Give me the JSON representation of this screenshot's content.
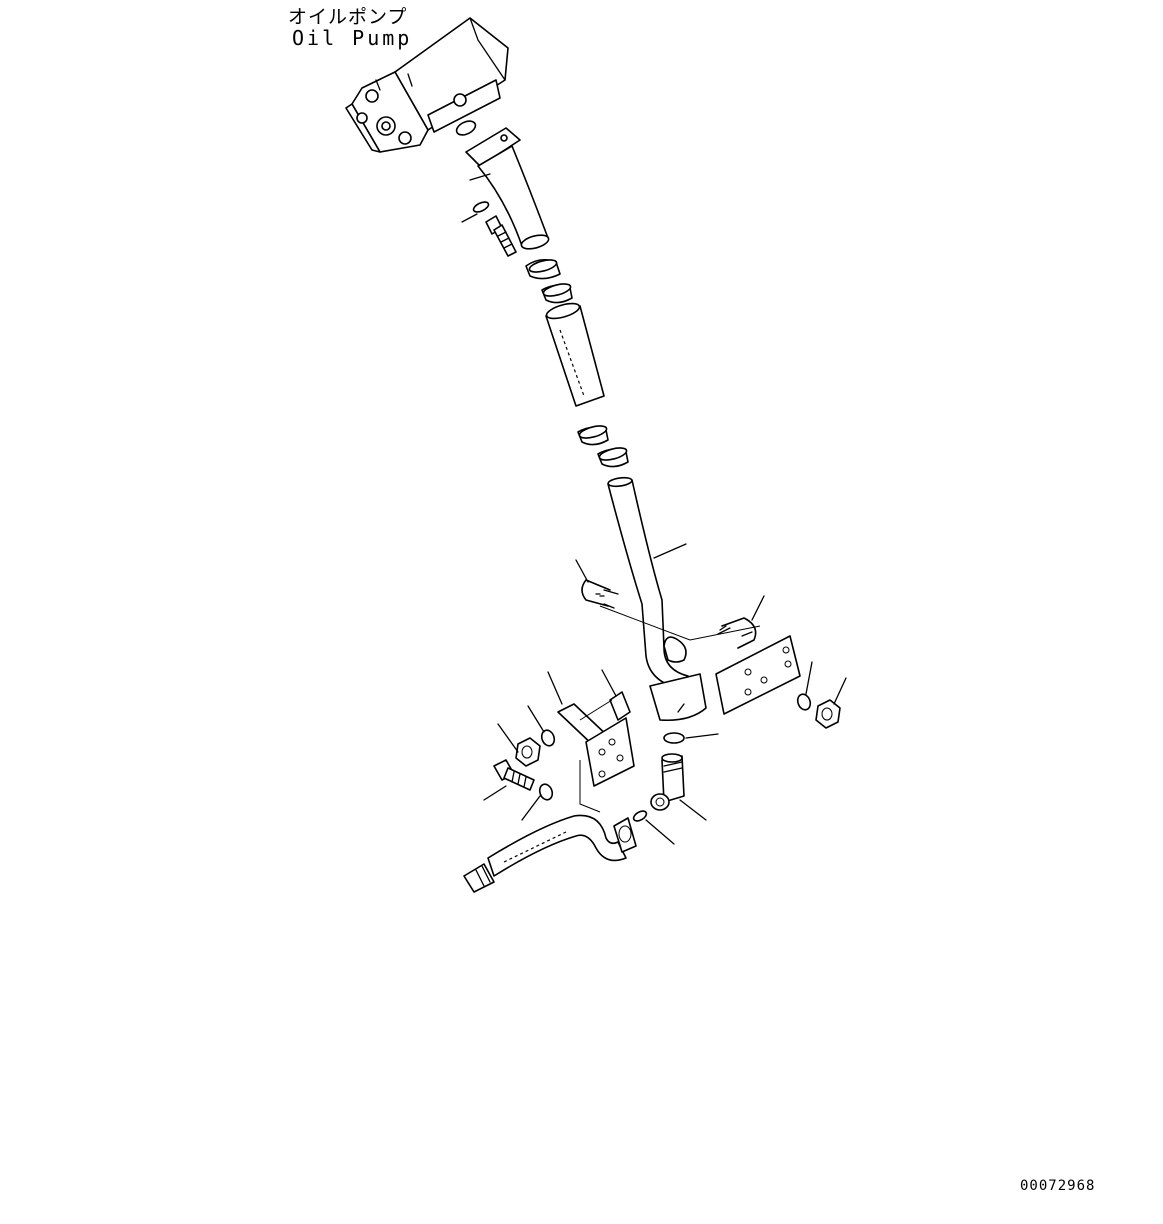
{
  "labels": {
    "oil_pump_jp": "オイルポンプ",
    "oil_pump_en": "Oil Pump",
    "drawing_number": "00072968"
  },
  "colors": {
    "ink": "#000000",
    "background": "#ffffff"
  }
}
